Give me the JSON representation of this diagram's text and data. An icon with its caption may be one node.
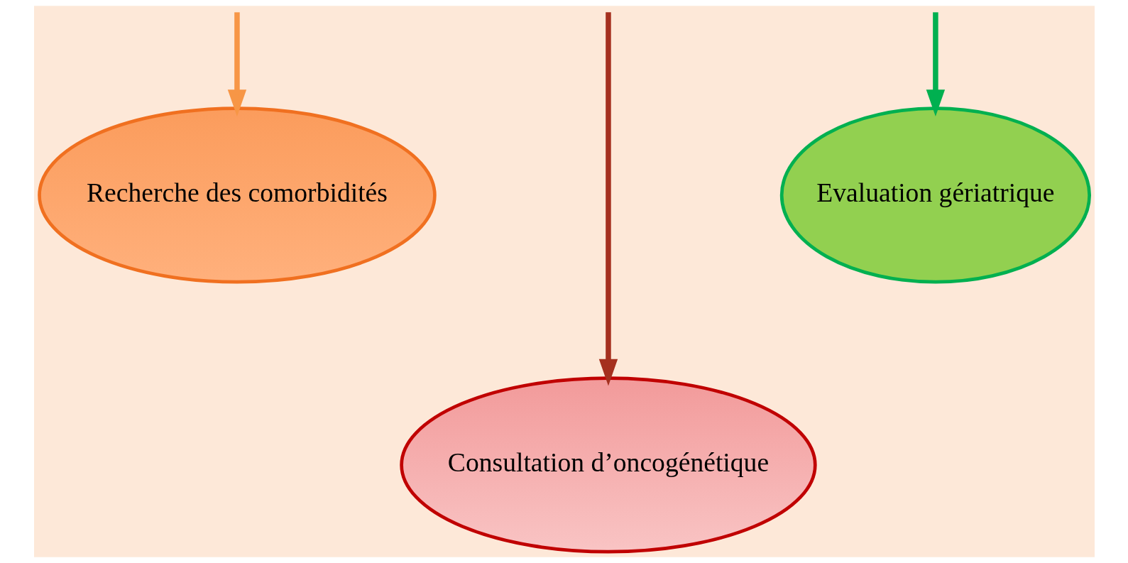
{
  "diagram": {
    "nodes": [
      {
        "text": [
          "Recherche des comorbidités"
        ]
      },
      {
        "text": [
          "Consultation d’oncogénétique"
        ]
      },
      {
        "text": [
          "Evaluation gériatrique"
        ]
      }
    ],
    "edges": [
      {
        "from": null,
        "to": 0,
        "arrow": "to",
        "color": "#f79646"
      },
      {
        "from": null,
        "to": 1,
        "arrow": "to",
        "color": "#a5301f"
      },
      {
        "from": null,
        "to": 2,
        "arrow": "to",
        "color": "#00b050"
      }
    ]
  }
}
